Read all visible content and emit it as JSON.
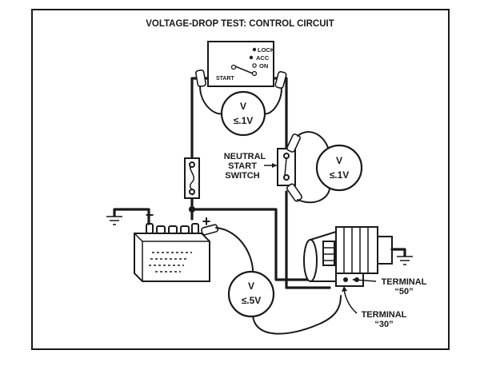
{
  "title": "VOLTAGE-DROP TEST: CONTROL CIRCUIT",
  "ignition_switch": {
    "positions": [
      "LOCK",
      "ACC",
      "ON"
    ],
    "start_label": "START"
  },
  "meters": {
    "ignition": {
      "unit": "V",
      "reading": "≤.1V"
    },
    "neutral": {
      "unit": "V",
      "reading": "≤.1V"
    },
    "battery": {
      "unit": "V",
      "reading": "≤.5V"
    }
  },
  "neutral_switch": {
    "label_lines": [
      "NEUTRAL",
      "START",
      "SWITCH"
    ]
  },
  "battery": {
    "neg_symbol": "−",
    "pos_symbol": "+"
  },
  "starter": {
    "terminal_50": [
      "TERMINAL",
      "“50”"
    ],
    "terminal_30": [
      "TERMINAL",
      "“30”"
    ]
  }
}
